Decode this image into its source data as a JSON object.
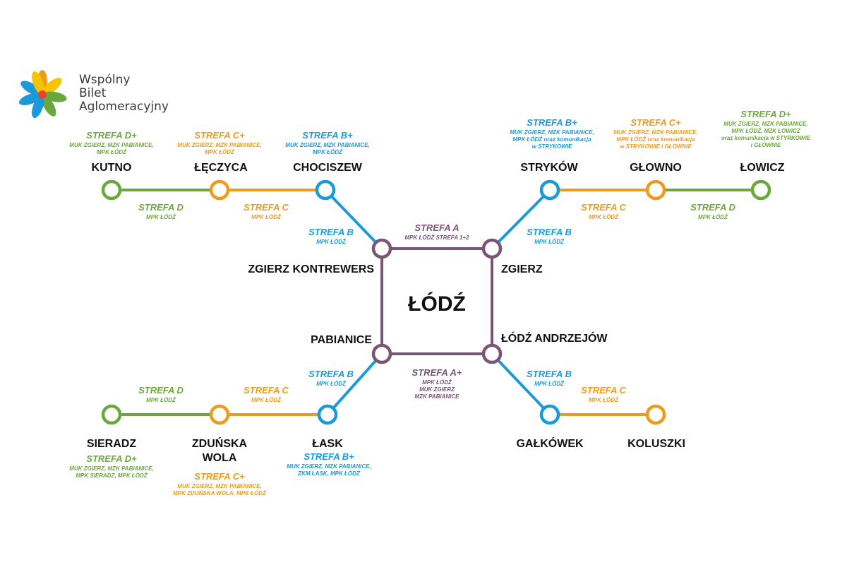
{
  "colors": {
    "purple": "#7a5576",
    "blue": "#1a9ad8",
    "orange": "#f09a1a",
    "green": "#6aa83c",
    "dark": "#111111",
    "logo_text": "#3a3a3a"
  },
  "logo": {
    "icon": "flower-logo-icon",
    "lines": [
      "Wspólny",
      "Bilet",
      "Aglomeracyjny"
    ]
  },
  "center": {
    "label": "ŁÓDŹ"
  },
  "zone_labels": [
    {
      "id": "zone-a",
      "title": "STREFA A",
      "color": "purple",
      "lines": [
        "MPK ŁÓDŹ STREFA 1+2"
      ]
    },
    {
      "id": "zone-a-plus",
      "title": "STREFA A+",
      "color": "purple",
      "lines": [
        "MPK ŁÓDŹ",
        "MUK ZGIERZ",
        "MZK PABIANICE"
      ]
    },
    {
      "id": "zone-b-nw",
      "title": "STREFA B",
      "color": "blue",
      "lines": [
        "MPK ŁÓDŹ"
      ]
    },
    {
      "id": "zone-b-ne",
      "title": "STREFA B",
      "color": "blue",
      "lines": [
        "MPK ŁÓDŹ"
      ]
    },
    {
      "id": "zone-b-sw",
      "title": "STREFA B",
      "color": "blue",
      "lines": [
        "MPK ŁÓDŹ"
      ]
    },
    {
      "id": "zone-b-se",
      "title": "STREFA B",
      "color": "blue",
      "lines": [
        "MPK ŁÓDŹ"
      ]
    },
    {
      "id": "zone-c-nw",
      "title": "STREFA C",
      "color": "orange",
      "lines": [
        "MPK ŁÓDŹ"
      ]
    },
    {
      "id": "zone-c-ne",
      "title": "STREFA C",
      "color": "orange",
      "lines": [
        "MPK ŁÓDŹ"
      ]
    },
    {
      "id": "zone-c-sw",
      "title": "STREFA C",
      "color": "orange",
      "lines": [
        "MPK ŁÓDŹ"
      ]
    },
    {
      "id": "zone-c-se",
      "title": "STREFA C",
      "color": "orange",
      "lines": [
        "MPK ŁÓDŹ"
      ]
    },
    {
      "id": "zone-d-nw",
      "title": "STREFA D",
      "color": "green",
      "lines": [
        "MPK ŁÓDŹ"
      ]
    },
    {
      "id": "zone-d-ne",
      "title": "STREFA D",
      "color": "green",
      "lines": [
        "MPK ŁÓDŹ"
      ]
    },
    {
      "id": "zone-d-sw",
      "title": "STREFA D",
      "color": "green",
      "lines": [
        "MPK ŁÓDŹ"
      ]
    },
    {
      "id": "zone-dplus-kutno",
      "title": "STREFA D+",
      "color": "green",
      "lines": [
        "MUK ZGIERZ, MZK PABIANICE,",
        "MPK ŁÓDŹ"
      ]
    },
    {
      "id": "zone-cplus-leczyca",
      "title": "STREFA C+",
      "color": "orange",
      "lines": [
        "MUK ZGIERZ, MZK PABIANICE,",
        "MPK ŁÓDŹ"
      ]
    },
    {
      "id": "zone-bplus-chociszew",
      "title": "STREFA B+",
      "color": "blue",
      "lines": [
        "MUK ZGIERZ, MZK PABIANICE,",
        "MPK ŁÓDŹ"
      ]
    },
    {
      "id": "zone-bplus-strykow",
      "title": "STREFA B+",
      "color": "blue",
      "lines": [
        "MUK ZGIERZ, MZK PABIANICE,",
        "MPK ŁÓDŹ oraz komunikacja",
        "w STRYKOWIE"
      ]
    },
    {
      "id": "zone-cplus-glowno",
      "title": "STREFA C+",
      "color": "orange",
      "lines": [
        "MUK ZGIERZ, MZK PABIANICE,",
        "MPK ŁÓDŹ oraz komunikacja",
        "w STRYKOWIE i GŁOWNIE"
      ]
    },
    {
      "id": "zone-dplus-lowicz",
      "title": "STREFA D+",
      "color": "green",
      "lines": [
        "MUK ZGIERZ, MZK PABIANICE,",
        "MPK ŁÓDŹ, MZK ŁOWICZ",
        "oraz komunikacja  w STYRKOWIE",
        "i GŁOWNIE"
      ]
    },
    {
      "id": "zone-dplus-sieradz",
      "title": "STREFA D+",
      "color": "green",
      "lines": [
        "MUK ZGIERZ, MZK PABIANICE,",
        "MPK SIERADZ, MPK ŁÓDŹ"
      ]
    },
    {
      "id": "zone-cplus-zdunska",
      "title": "STREFA C+",
      "color": "orange",
      "lines": [
        "MUK ZGIERZ, MZK PABIANICE,",
        "MPK ZDUŃSKA WOLA, MPK ŁÓDŹ"
      ]
    },
    {
      "id": "zone-bplus-lask",
      "title": "STREFA B+",
      "color": "blue",
      "lines": [
        "MUK ZGIERZ, MZK PABIANICE,",
        "ZKM ŁASK, MPK ŁÓDŹ"
      ]
    }
  ],
  "stations": [
    {
      "id": "zgierz-kontrewers",
      "label": [
        "ZGIERZ KONTREWERS"
      ],
      "color": "purple"
    },
    {
      "id": "zgierz",
      "label": [
        "ZGIERZ"
      ],
      "color": "purple"
    },
    {
      "id": "pabianice",
      "label": [
        "PABIANICE"
      ],
      "color": "purple"
    },
    {
      "id": "lodz-andrzejow",
      "label": [
        "ŁÓDŹ ANDRZEJÓW"
      ],
      "color": "purple"
    },
    {
      "id": "chociszew",
      "label": [
        "CHOCISZEW"
      ],
      "color": "blue"
    },
    {
      "id": "leczyca",
      "label": [
        "ŁĘCZYCA"
      ],
      "color": "orange"
    },
    {
      "id": "kutno",
      "label": [
        "KUTNO"
      ],
      "color": "green"
    },
    {
      "id": "strykow",
      "label": [
        "STRYKÓW"
      ],
      "color": "blue"
    },
    {
      "id": "glowno",
      "label": [
        "GŁOWNO"
      ],
      "color": "orange"
    },
    {
      "id": "lowicz",
      "label": [
        "ŁOWICZ"
      ],
      "color": "green"
    },
    {
      "id": "lask",
      "label": [
        "ŁASK"
      ],
      "color": "blue"
    },
    {
      "id": "zdunska-wola",
      "label": [
        "ZDUŃSKA",
        "WOLA"
      ],
      "color": "orange"
    },
    {
      "id": "sieradz",
      "label": [
        "SIERADZ"
      ],
      "color": "green"
    },
    {
      "id": "galkowek",
      "label": [
        "GAŁKÓWEK"
      ],
      "color": "blue"
    },
    {
      "id": "koluszki",
      "label": [
        "KOLUSZKI"
      ],
      "color": "orange"
    }
  ]
}
